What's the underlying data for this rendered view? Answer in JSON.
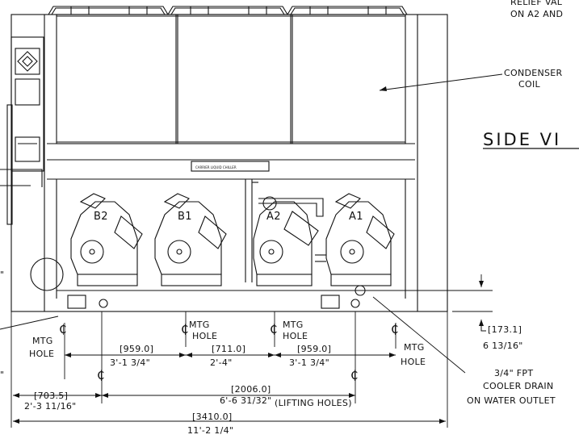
{
  "callouts": {
    "relief_line1": "RELIEF VAL",
    "relief_line2": "ON A2 AND",
    "condenser_line1": "CONDENSER",
    "condenser_line2": "COIL"
  },
  "view_title": "SIDE VI",
  "nameplate": "CARRIER LIQUID CHILLER",
  "compressors": [
    "B2",
    "B1",
    "A2",
    "A1"
  ],
  "mtg_hole": {
    "line1": "MTG",
    "line2": "HOLE"
  },
  "dims": {
    "d959a_mm": "[959.0]",
    "d959a_in": "3'-1 3/4\"",
    "d711_mm": "[711.0]",
    "d711_in": "2'-4\"",
    "d959b_mm": "[959.0]",
    "d959b_in": "3'-1 3/4\"",
    "d173_mm": "[173.1]",
    "d173_in": "6 13/16\"",
    "d703_mm": "[703.5]",
    "d703_in": "2'-3 11/16\"",
    "d2006_mm": "[2006.0]",
    "d2006_in": "6'-6 31/32\"",
    "d2006_note": "(LIFTING HOLES)",
    "d3410_mm": "[3410.0]",
    "d3410_in": "11'-2 1/4\""
  },
  "drain": {
    "line1": "3/4\" FPT",
    "line2": "COOLER DRAIN",
    "line3": "ON WATER OUTLET"
  },
  "base_labels": [
    "MTG HOLE",
    "MTG HOLE"
  ],
  "edge_marks": {
    "quote": "\""
  }
}
